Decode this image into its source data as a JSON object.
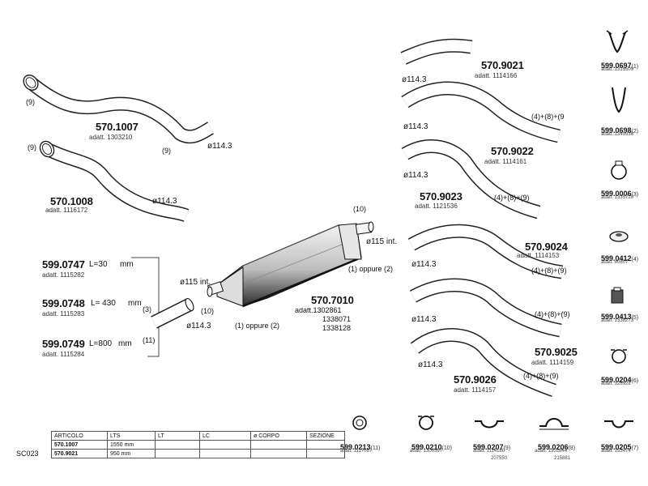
{
  "page": {
    "code": "SC023"
  },
  "parts": {
    "p5701007": {
      "code": "570.1007",
      "adatt": "adatt. 1303210",
      "pos_a": "(9)",
      "pos_b": "(9)",
      "diam": "ø114.3"
    },
    "p5701008": {
      "code": "570.1008",
      "adatt": "adatt. 1116172",
      "pos": "(9)",
      "diam": "ø114.3"
    },
    "p5990747": {
      "code": "599.0747",
      "len": "L=30",
      "unit": "mm",
      "adatt": "adatt. 1115282"
    },
    "p5990748": {
      "code": "599.0748",
      "len": "L= 430",
      "unit": "mm",
      "adatt": "adatt. 1115283"
    },
    "p5990749": {
      "code": "599.0749",
      "len": "L=800",
      "unit": "mm",
      "adatt": "adatt. 1115284"
    },
    "sleeve": {
      "pos_a": "(3)",
      "pos_b": "(11)",
      "pos_c": "(10)",
      "diam": "ø114.3"
    },
    "p5707010": {
      "code": "570.7010",
      "adatt_lines": [
        "adatt.1302861",
        "1338071",
        "1338128"
      ],
      "inlet_pos": "(10)",
      "inlet_diam": "ø115  int.",
      "outlet_diam": "ø115  int.",
      "note_a": "(1) oppure (2)",
      "note_b": "(1) oppure (2)"
    },
    "p5709021": {
      "code": "570.9021",
      "adatt": "adatt. 1114166",
      "diam": "ø114.3"
    },
    "pipe2": {
      "diam": "ø114.3",
      "pos": "(4)+(8)+(9"
    },
    "p5709022": {
      "code": "570.9022",
      "adatt": "adatt. 1114161",
      "diam": "ø114.3"
    },
    "p5709023": {
      "code": "570.9023",
      "adatt": "adatt. 1121536",
      "pos": "(4)+(8)+(9)"
    },
    "p5709024": {
      "code": "570.9024",
      "adatt": "adatt. 1114153",
      "diam": "ø114.3",
      "pos": "(4)+(8)+(9)"
    },
    "pipe6": {
      "diam": "ø114.3",
      "pos": "(4)+(8)+(9)"
    },
    "p5709025": {
      "code": "570.9025",
      "adatt": "adatt. 1114159",
      "diam": "ø114.3"
    },
    "p5709026": {
      "code": "570.9026",
      "adatt": "adatt. 1114157",
      "pos": "(4)+(8)+(9)"
    }
  },
  "smallparts": [
    {
      "code": "599.0697",
      "suffix": "(1)",
      "adatt": "adatt. 1315509"
    },
    {
      "code": "599.0698",
      "suffix": "(2)",
      "adatt": "adatt. 1349938"
    },
    {
      "code": "599.0006",
      "suffix": "(3)",
      "adatt": "adatt. 1335720"
    },
    {
      "code": "599.0412",
      "suffix": "(4)",
      "adatt": "adatt. 40607"
    },
    {
      "code": "599.0413",
      "suffix": "(5)",
      "adatt": "adatt. 1338273"
    },
    {
      "code": "599.0204",
      "suffix": "(6)",
      "adatt": "adatt. 328928"
    },
    {
      "code": "599.0205",
      "suffix": "(7)",
      "adatt": "adatt. 153474"
    },
    {
      "code": "599.0206",
      "suffix": "(8)",
      "adatt": "adatt. 1302844",
      "adatt2": "215881"
    },
    {
      "code": "599.0207",
      "suffix": "(9)",
      "adatt": "adatt. 1114180",
      "adatt2": "207550"
    },
    {
      "code": "599.0210",
      "suffix": "(10)",
      "adatt": "adatt. 1300367"
    },
    {
      "code": "599.0213",
      "suffix": "(11)",
      "adatt": "adatt. 1117067"
    }
  ],
  "table": {
    "headers": [
      "ARTICOLO",
      "LTS",
      "LT",
      "LC",
      "ø CORPO",
      "SEZIONE"
    ],
    "rows": [
      [
        "570.1007",
        "1550  mm",
        "",
        "",
        "",
        ""
      ],
      [
        "570.9021",
        "950  mm",
        "",
        "",
        "",
        ""
      ]
    ]
  }
}
